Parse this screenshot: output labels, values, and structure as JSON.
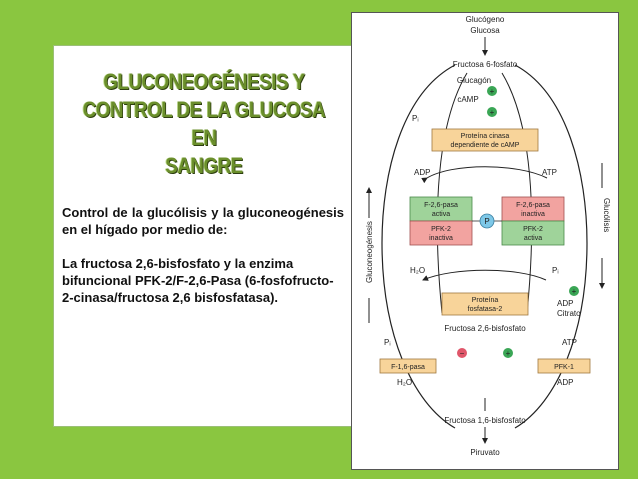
{
  "title": "GLUCONEOGÉNESIS Y CONTROL DE LA GLUCOSA EN SANGRE",
  "body": {
    "paragraph1": "Control de la glucólisis y la gluconeogénesis en el hígado por medio de:",
    "paragraph2": "La fructosa 2,6-bisfosfato y la enzima bifuncional PFK-2/F-2,6-Pasa (6-fosfofructo-2-cinasa/fructosa 2,6 bisfosfatasa)."
  },
  "diagram": {
    "glucogeno": "Glucógeno",
    "glucosa": "Glucosa",
    "fructosa6p": "Fructosa 6-fosfato",
    "glucagon": "Glucagón",
    "camp": "cAMP",
    "pka_line1": "Proteína cinasa",
    "pka_line2": "dependiente de cAMP",
    "adp_top": "ADP",
    "atp_top": "ATP",
    "left_box_l1": "F-2,6-pasa",
    "left_box_l2": "activa",
    "left_box_l3": "PFK-2",
    "left_box_l4": "inactiva",
    "right_box_l1": "F-2,6-pasa",
    "right_box_l2": "inactiva",
    "right_box_l3": "PFK-2",
    "right_box_l4": "activa",
    "p_circle": "P",
    "h2o_mid": "H₂O",
    "pi_mid": "Pᵢ",
    "pi_top": "Pᵢ",
    "fosfatasa_l1": "Proteína",
    "fosfatasa_l2": "fosfatasa-2",
    "adp_citrato1": "ADP",
    "adp_citrato2": "Citrato",
    "fructosa26bp": "Fructosa 2,6-bisfosfato",
    "pi_low": "Pᵢ",
    "atp_low": "ATP",
    "f16pasa": "F-1,6-pasa",
    "pfk1": "PFK-1",
    "h2o_low": "H₂O",
    "adp_low": "ADP",
    "fructosa16bp": "Fructosa 1,6-bisfosfato",
    "piruvato": "Piruvato",
    "gluconeogenesis_side": "Gluconeogénesis",
    "glucolisis_side": "Glucólisis",
    "plus": "+",
    "minus": "−",
    "colors": {
      "background": "#8ac640",
      "orange_box": "#f8d49a",
      "green_box": "#9fd39a",
      "red_box": "#f2a3a0",
      "plus_circle": "#3aa655",
      "minus_circle": "#e0566a",
      "p_circle": "#7ec8e8"
    }
  }
}
